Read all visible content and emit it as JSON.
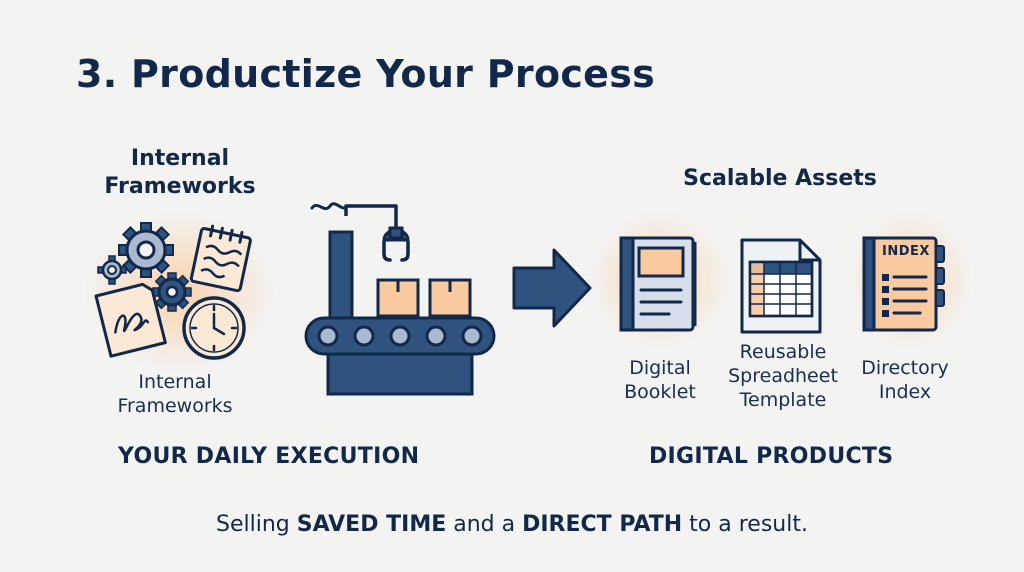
{
  "title": "3. Productize Your Process",
  "left": {
    "heading": "Internal Frameworks",
    "caption": "Internal Frameworks",
    "section_label": "YOUR DAILY EXECUTION"
  },
  "right": {
    "heading": "Scalable Assets",
    "section_label": "DIGITAL PRODUCTS",
    "assets": [
      {
        "label": "Digital Booklet",
        "icon": "booklet-icon"
      },
      {
        "label": "Reusable Spreadheet Template",
        "icon": "spreadsheet-icon"
      },
      {
        "label": "Directory Index",
        "icon": "directory-index-icon",
        "badge": "INDEX"
      }
    ]
  },
  "tagline": {
    "part1": "Selling ",
    "bold1": "SAVED TIME",
    "part2": " and a ",
    "bold2": "DIRECT PATH",
    "part3": " to a result."
  },
  "colors": {
    "navy": "#12284a",
    "blue": "#2f527e",
    "peach": "#f7c9a1",
    "glow": "#fbd6b3",
    "background": "#f3f3f2"
  }
}
